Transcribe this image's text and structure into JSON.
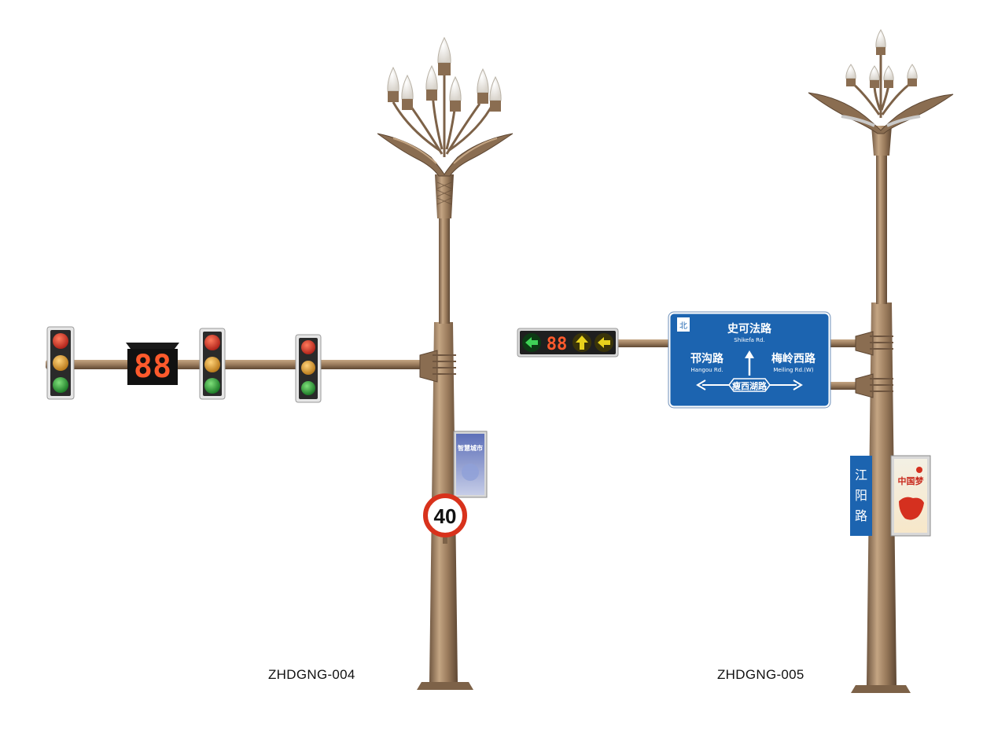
{
  "poles": [
    {
      "model": "ZHDGNG-004",
      "countdown_digits": "88",
      "speed_limit": "40",
      "banner_text": "智慧城市"
    },
    {
      "model": "ZHDGNG-005",
      "countdown_digits": "88",
      "banner_text": "中国梦",
      "street_name_sign": [
        "江",
        "阳",
        "路"
      ],
      "guide_sign": {
        "corner_mark": "北",
        "ahead_road_cn": "史可法路",
        "ahead_road_en": "Shikefa Rd.",
        "left_road_cn": "邗沟路",
        "left_road_en": "Hangou Rd.",
        "right_road_cn": "梅岭西路",
        "right_road_en": "Meiling Rd.(W)",
        "cross_road_cn": "瘦西湖路"
      }
    }
  ],
  "colors": {
    "pole": "#9a7b5c",
    "pole_dark": "#6f5640",
    "pole_light": "#c4a583",
    "sign_blue": "#1c64b0",
    "signal_red": "#e23b22",
    "signal_amber": "#e8a21c",
    "signal_green": "#27a335",
    "arrow_yellow": "#e8d21c"
  }
}
